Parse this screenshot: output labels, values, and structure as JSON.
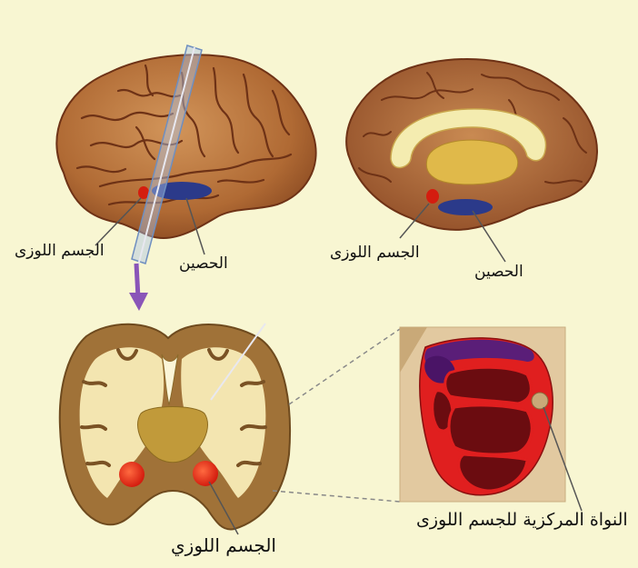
{
  "labels": {
    "left_amygdala": "الجسم اللوزى",
    "left_hippocampus": "الحصين",
    "right_amygdala": "الجسم اللوزى",
    "right_hippocampus": "الحصين",
    "bottom_amygdala": "الجسم اللوزي",
    "central_nucleus": "النواة المركزية للجسم اللوزى"
  },
  "colors": {
    "background": "#f8f6d2",
    "cortex": "#b06a34",
    "sulci": "#7a3a1a",
    "hippocampus": "#2b3a8a",
    "amygdala": "#e8341e",
    "nucleus_red": "#e01f1f",
    "nucleus_dark": "#6b0c10",
    "nucleus_purple": "#5a1e78",
    "cut_arrow": "#8a55b8"
  }
}
